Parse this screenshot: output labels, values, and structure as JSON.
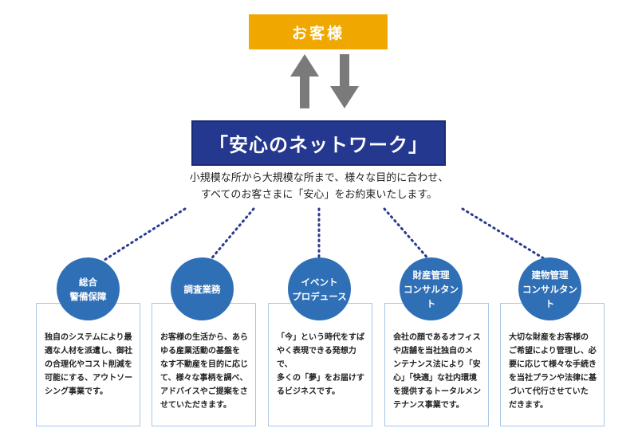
{
  "customer": {
    "label": "お客様"
  },
  "network": {
    "title": "「安心のネットワーク」"
  },
  "description": {
    "line1": "小規模な所から大規模な所まで、様々な目的に合わせ、",
    "line2": "すべてのお客さまに「安心」をお約束いたします。"
  },
  "colors": {
    "customer": "#f0a800",
    "network": "#25388f",
    "circle": "#2f6fb6",
    "arrow": "#7a7a7a",
    "card_border": "#a9c6e4",
    "dots": "#2a3a8f"
  },
  "services": [
    {
      "title": "総合\n警備保障",
      "text": "独自のシステムにより最\n適な人材を派遣し、御社\nの合理化やコスト削減を\n可能にする、アウトソー\nシング事業です。"
    },
    {
      "title": "調査業務",
      "text": "お客様の生活から、あら\nゆる産業活動の基盤を\nなす不動産を目的に応じ\nて、様々な事柄を調べ、\nアドバイスやご提案をさ\nせていただきます。"
    },
    {
      "title": "イベント\nプロデュース",
      "text": "「今」という時代をすば\nやく表現できる発想力で、\n多くの「夢」をお届けす\nるビジネスです。"
    },
    {
      "title": "財産管理\nコンサルタント",
      "text": "会社の顔であるオフィス\nや店舗を当社独自のメ\nンテナンス法により「安\n心」「快適」な社内環境\nを提供するトータルメン\nテナンス事業です。"
    },
    {
      "title": "建物管理\nコンサルタント",
      "text": "大切な財産をお客様の\nご希望により管理し、必\n要に応じて様々な手続き\nを当社プランや法律に基\nづいて代行させていた\nだきます。"
    }
  ]
}
